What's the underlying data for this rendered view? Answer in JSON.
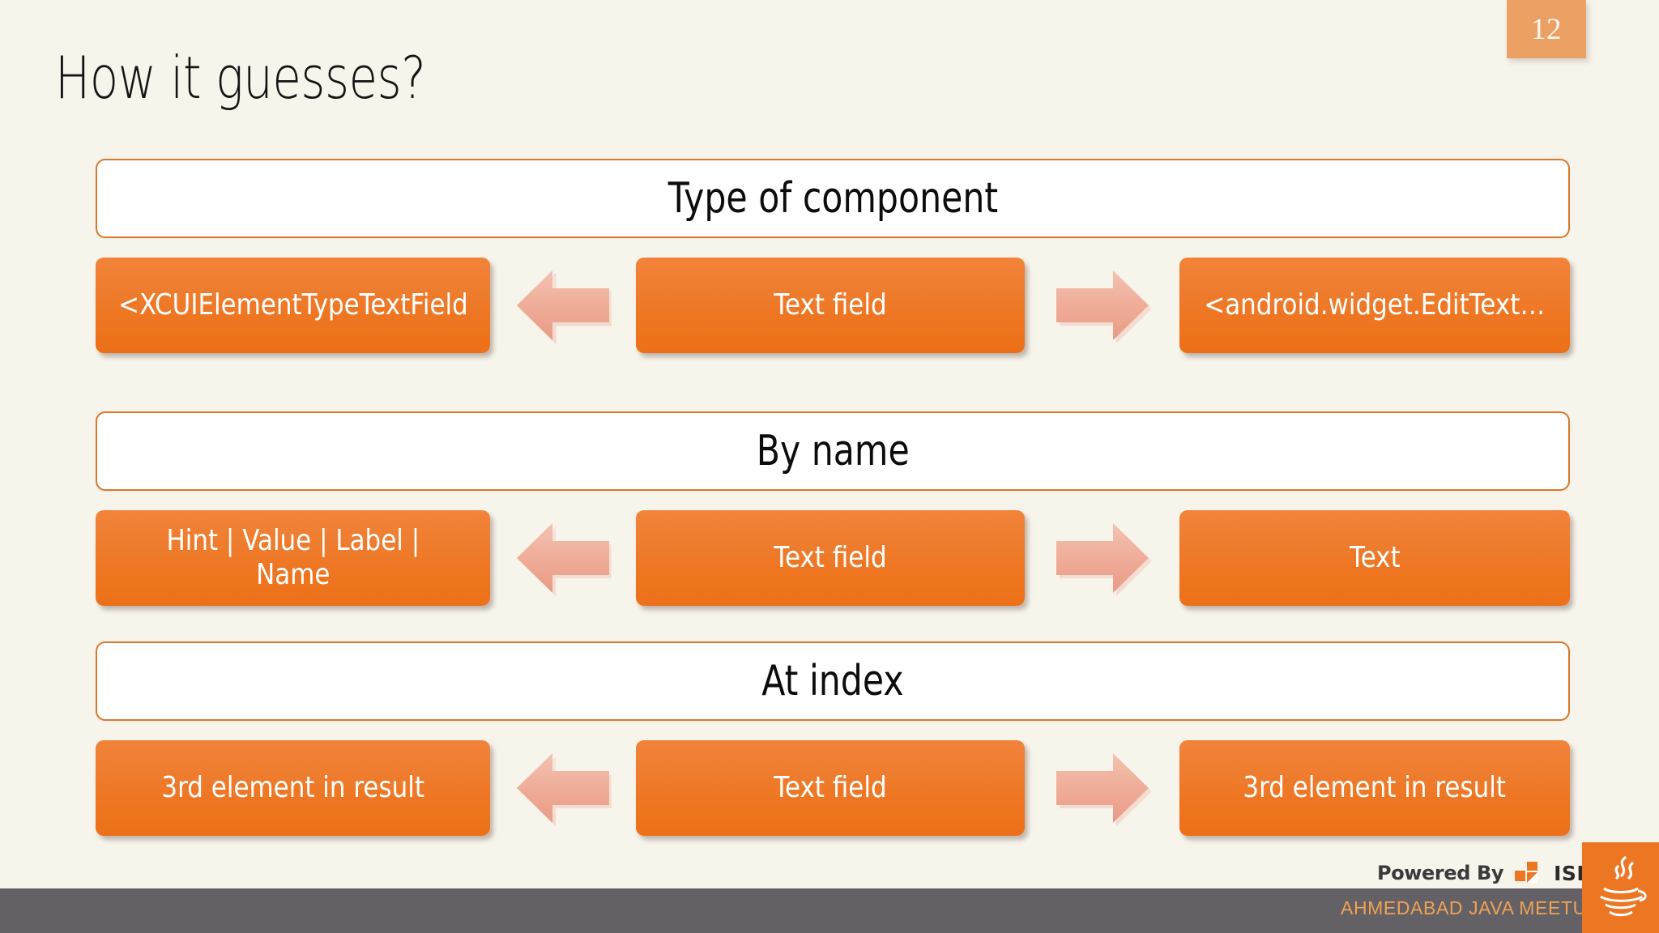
{
  "slide": {
    "page_number": "12",
    "title": "How it guesses?",
    "background_color": "#F7F4EC",
    "accent_color": "#ED7623",
    "badge_color": "#EBA164",
    "arrow_color": "#EFAB97",
    "footer_bar_color": "#646166"
  },
  "groups": [
    {
      "header": "Type of component",
      "left_label": "<XCUIElementTypeTextField",
      "center_label": "Text field",
      "right_label": "<android.widget.EditText…",
      "left_arrow_icon": "arrow-left-icon",
      "right_arrow_icon": "arrow-right-icon"
    },
    {
      "header": "By name",
      "left_label": "Hint | Value | Label |\nName",
      "center_label": "Text field",
      "right_label": "Text",
      "left_arrow_icon": "arrow-left-icon",
      "right_arrow_icon": "arrow-right-icon"
    },
    {
      "header": "At index",
      "left_label": "3rd element in result",
      "center_label": "Text field",
      "right_label": "3rd element in result",
      "left_arrow_icon": "arrow-left-icon",
      "right_arrow_icon": "arrow-right-icon"
    }
  ],
  "footer": {
    "powered_by": "Powered By",
    "brand": "ISHI",
    "meetup": "AHMEDABAD JAVA MEETUP",
    "java_icon": "java-coffee-cup-icon",
    "brand_icon": "ishi-blocks-icon"
  }
}
